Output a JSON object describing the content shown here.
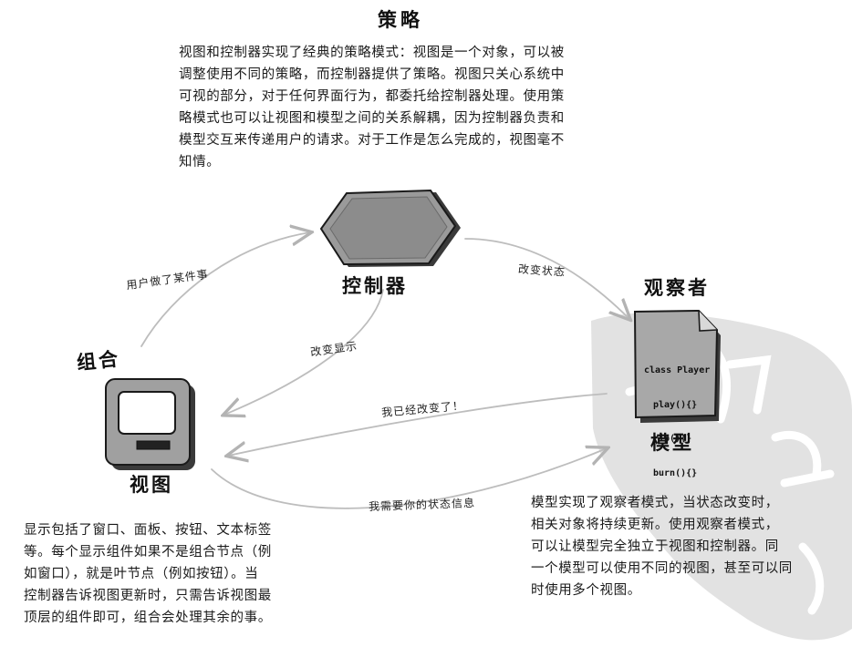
{
  "strategy": {
    "title": "策略",
    "lines": [
      "视图和控制器实现了经典的策略模式：视图是一个对象，可以被",
      "调整使用不同的策略，而控制器提供了策略。视图只关心系统中",
      "可视的部分，对于任何界面行为，都委托给控制器处理。使用策",
      "略模式也可以让视图和模型之间的关系解耦，因为控制器负责和",
      "模型交互来传递用户的请求。对于工作是怎么完成的，视图毫不",
      "知情。"
    ]
  },
  "controller": {
    "label": "控制器"
  },
  "observer": {
    "title": "观察者"
  },
  "composite": {
    "title": "组合"
  },
  "view": {
    "label": "视图"
  },
  "model": {
    "label": "模型",
    "code": [
      "class Player",
      "play(){}",
      "rip(){}",
      "burn(){}"
    ]
  },
  "arrows": {
    "user_action": "用户做了某件事",
    "change_state": "改变状态",
    "change_display": "改变显示",
    "i_changed": "我已经改变了！",
    "need_state": "我需要你的状态信息"
  },
  "composite_text": {
    "lines": [
      "显示包括了窗口、面板、按钮、文本标签",
      "等。每个显示组件如果不是组合节点（例",
      "如窗口），就是叶节点（例如按钮）。当",
      "控制器告诉视图更新时，只需告诉视图最",
      "顶层的组件即可，组合会处理其余的事。"
    ]
  },
  "observer_text": {
    "lines": [
      "模型实现了观察者模式，当状态改变时，",
      "相关对象将持续更新。使用观察者模式，",
      "可以让模型完全独立于视图和控制器。同",
      "一个模型可以使用不同的视图，甚至可以同",
      "时使用多个视图。"
    ]
  },
  "colors": {
    "shape_fill": "#9a9a9a",
    "shape_stroke": "#1a1a1a",
    "arrow": "#b8b8b8",
    "watermark": "#dedede"
  }
}
